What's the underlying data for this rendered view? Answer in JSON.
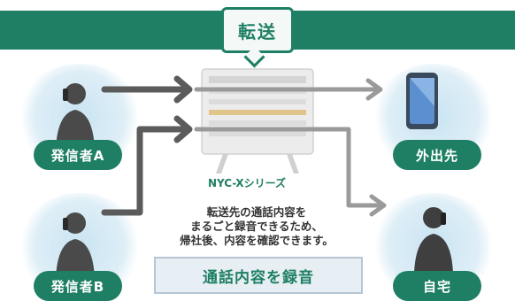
{
  "header": {
    "title": "転送"
  },
  "callers": [
    {
      "label": "発信者A"
    },
    {
      "label": "発信者B"
    }
  ],
  "destinations": [
    {
      "label": "外出先"
    },
    {
      "label": "自宅"
    }
  ],
  "device": {
    "label": "NYC-Xシリーズ"
  },
  "description": {
    "lines": [
      "転送先の通話内容を",
      "まるごと録音できるため、",
      "帰社後、内容を確認できます。"
    ]
  },
  "record_button": {
    "label": "通話内容を録音"
  },
  "colors": {
    "accent": "#1e7f64",
    "arrow": "#5b5b5b",
    "glow": "#d6eaf5"
  }
}
